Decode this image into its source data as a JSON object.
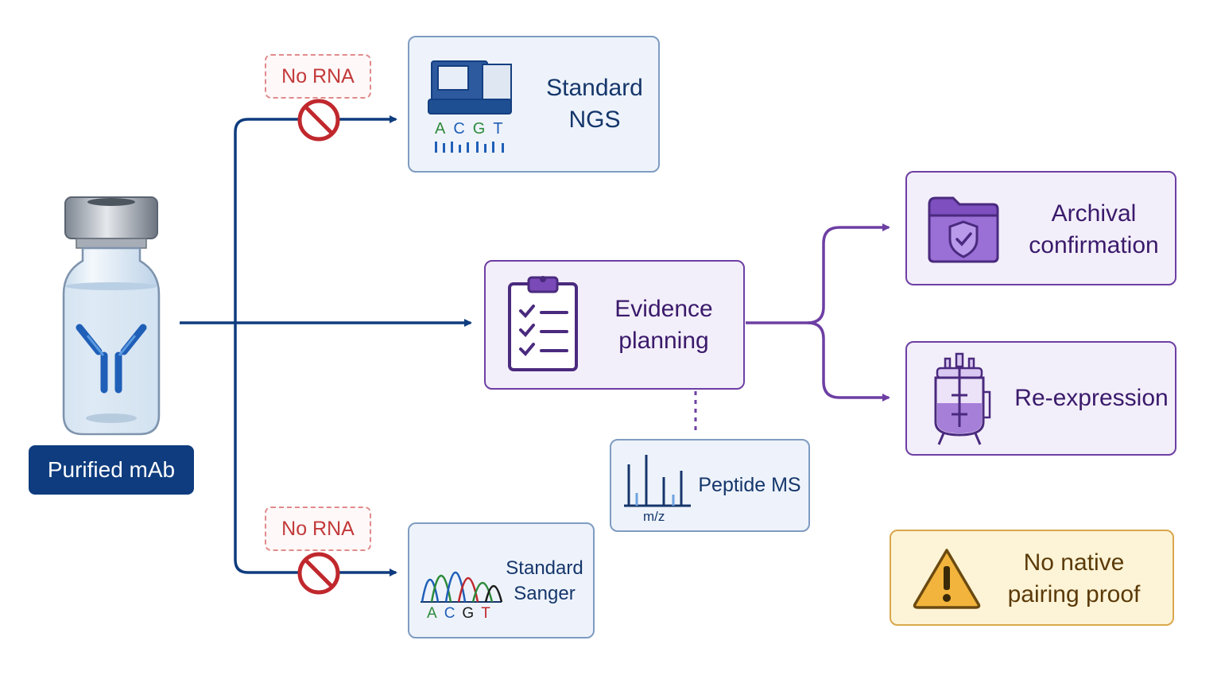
{
  "source": {
    "label": "Purified mAb"
  },
  "blocked_label_top": "No RNA",
  "blocked_label_bottom": "No RNA",
  "ngs": {
    "title_line1": "Standard",
    "title_line2": "NGS",
    "bases": [
      "A",
      "C",
      "G",
      "T"
    ]
  },
  "sanger": {
    "title_line1": "Standard",
    "title_line2": "Sanger",
    "bases": [
      "A",
      "C",
      "G",
      "T"
    ]
  },
  "planning": {
    "title_line1": "Evidence",
    "title_line2": "planning"
  },
  "peptide_ms": {
    "title": "Peptide MS",
    "axis_label": "m/z"
  },
  "archival": {
    "title_line1": "Archival",
    "title_line2": "confirmation"
  },
  "reexpression": {
    "title": "Re-expression"
  },
  "warning": {
    "title_line1": "No native",
    "title_line2": "pairing proof"
  },
  "colors": {
    "navy": "#0e3c7e",
    "purple": "#6d3fa3",
    "blocked_red": "#c0282d",
    "warning_amber": "#f2b43c"
  },
  "icons": [
    "vial-antibody-icon",
    "sequencer-icon",
    "chromatogram-icon",
    "checklist-clipboard-icon",
    "mass-spectrum-icon",
    "shield-folder-icon",
    "bioreactor-icon",
    "warning-triangle-icon",
    "no-entry-icon"
  ]
}
